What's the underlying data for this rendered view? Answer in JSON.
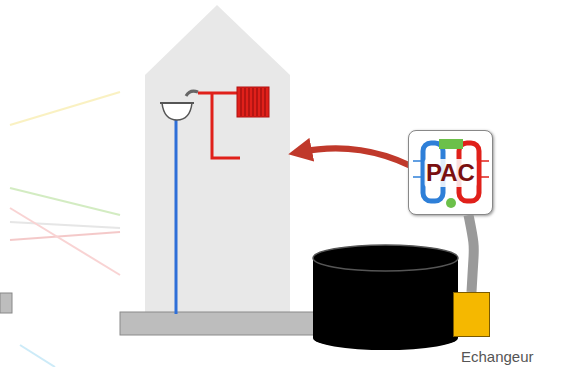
{
  "diagram": {
    "nodes": [
      {
        "text": [
          "PAC"
        ]
      },
      {
        "text": [
          "Echangeur"
        ]
      }
    ],
    "edges": [
      {
        "from": 0,
        "to": 1,
        "arrow": "none"
      }
    ]
  }
}
